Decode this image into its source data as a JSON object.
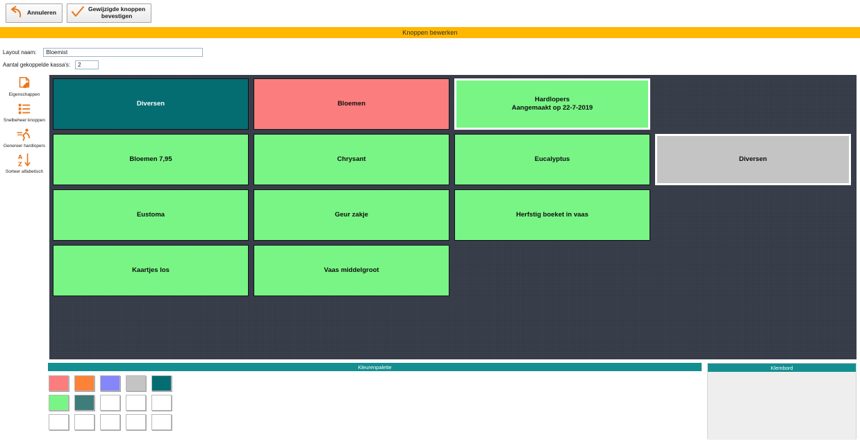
{
  "toolbar": {
    "cancel_label": "Annuleren",
    "cancel_icon": "undo-arrow-icon",
    "confirm_label": "Gewijzigde knoppen\nbevestigen",
    "confirm_icon": "checkmark-icon"
  },
  "titlebar": {
    "title": "Knoppen bewerken",
    "bg": "#ffb700"
  },
  "form": {
    "layout_label": "Layout naam:",
    "layout_value": "Bloemist",
    "layout_placeholder": "",
    "registers_label": "Aantal gekoppelde kassa's:",
    "registers_value": "2",
    "registers_placeholder": ""
  },
  "sidebar": {
    "items": [
      {
        "label": "Eigenschappen",
        "icon": "page-edit-icon"
      },
      {
        "label": "Snelbeheer knoppen",
        "icon": "list-bullets-icon"
      },
      {
        "label": "Genereer hardlopers",
        "icon": "running-man-icon"
      },
      {
        "label": "Sorteer alfabetisch",
        "icon": "sort-az-icon"
      }
    ]
  },
  "grid": {
    "columns": 4,
    "rows": 5,
    "cells": [
      [
        {
          "label": "Diversen",
          "color": "#046d72",
          "text_color": "#ffffff",
          "selected": false,
          "empty": false
        },
        {
          "label": "Bloemen",
          "color": "#fb7d7d",
          "text_color": "#0e0e0e",
          "selected": false,
          "empty": false
        },
        {
          "label": "Hardlopers\nAangemaakt op 22-7-2019",
          "color": "#79f585",
          "text_color": "#0e0e0e",
          "selected": true,
          "empty": false
        },
        {
          "label": "",
          "color": "",
          "text_color": "",
          "selected": false,
          "empty": true
        }
      ],
      [
        {
          "label": "Bloemen 7,95",
          "color": "#79f585",
          "text_color": "#0e0e0e",
          "selected": false,
          "empty": false
        },
        {
          "label": "Chrysant",
          "color": "#79f585",
          "text_color": "#0e0e0e",
          "selected": false,
          "empty": false
        },
        {
          "label": "Eucalyptus",
          "color": "#79f585",
          "text_color": "#0e0e0e",
          "selected": false,
          "empty": false
        },
        {
          "label": "Diversen",
          "color": "#c4c4c4",
          "text_color": "#0e0e0e",
          "selected": true,
          "empty": false
        }
      ],
      [
        {
          "label": "Eustoma",
          "color": "#79f585",
          "text_color": "#0e0e0e",
          "selected": false,
          "empty": false
        },
        {
          "label": "Geur zakje",
          "color": "#79f585",
          "text_color": "#0e0e0e",
          "selected": false,
          "empty": false
        },
        {
          "label": "Herfstig boeket in vaas",
          "color": "#79f585",
          "text_color": "#0e0e0e",
          "selected": false,
          "empty": false
        },
        {
          "label": "",
          "color": "",
          "text_color": "",
          "selected": false,
          "empty": true
        }
      ],
      [
        {
          "label": "Kaartjes los",
          "color": "#79f585",
          "text_color": "#0e0e0e",
          "selected": false,
          "empty": false
        },
        {
          "label": "Vaas middelgroot",
          "color": "#79f585",
          "text_color": "#0e0e0e",
          "selected": false,
          "empty": false
        },
        {
          "label": "",
          "color": "",
          "text_color": "",
          "selected": false,
          "empty": true
        },
        {
          "label": "",
          "color": "",
          "text_color": "",
          "selected": false,
          "empty": true
        }
      ],
      [
        {
          "label": "",
          "color": "",
          "text_color": "",
          "selected": false,
          "empty": true
        },
        {
          "label": "",
          "color": "",
          "text_color": "",
          "selected": false,
          "empty": true
        },
        {
          "label": "",
          "color": "",
          "text_color": "",
          "selected": false,
          "empty": true
        },
        {
          "label": "",
          "color": "",
          "text_color": "",
          "selected": false,
          "empty": true
        }
      ]
    ]
  },
  "palette": {
    "title": "Kleurenpalette",
    "header_bg": "#148f91",
    "rows": [
      [
        "#fb7d7d",
        "#fb8236",
        "#8686fb",
        "#c4c4c4",
        "#046d72"
      ],
      [
        "#79f585",
        "#3f7d7b",
        "#ffffff",
        "#ffffff",
        "#ffffff"
      ],
      [
        "#ffffff",
        "#ffffff",
        "#ffffff",
        "#ffffff",
        "#ffffff"
      ]
    ]
  },
  "clipboard": {
    "title": "Klembord",
    "items": []
  }
}
